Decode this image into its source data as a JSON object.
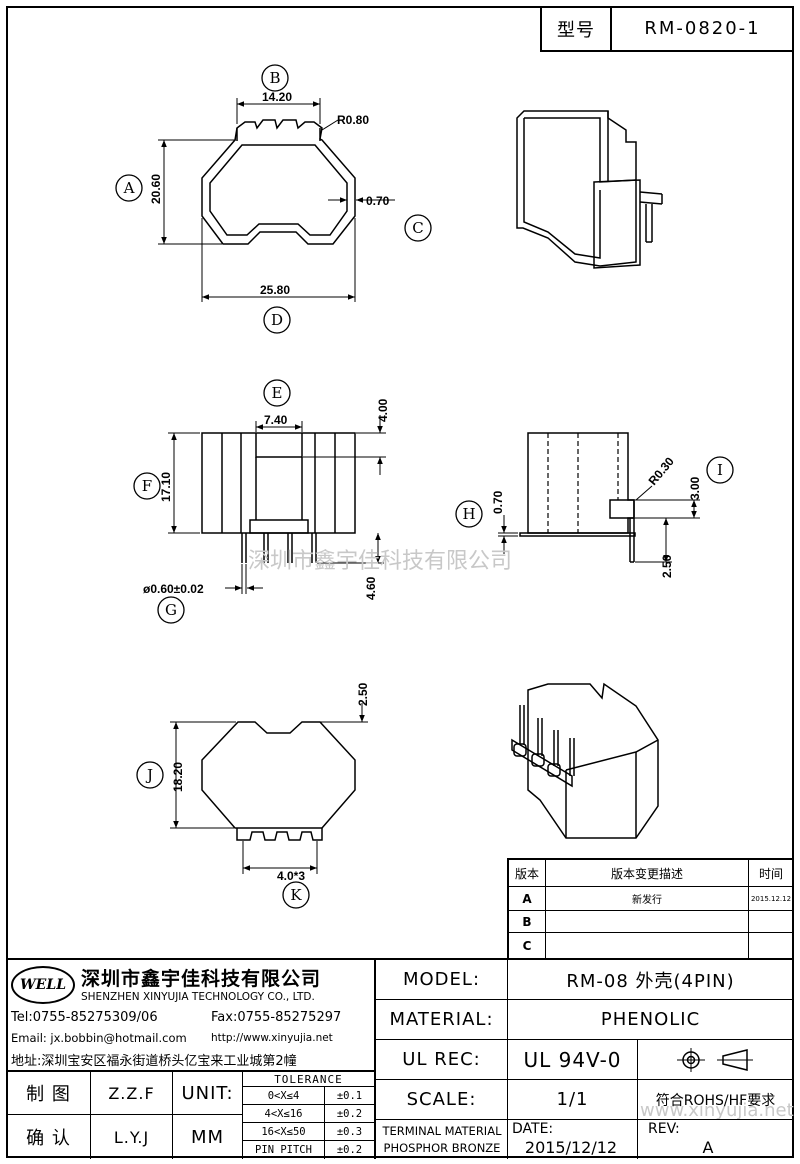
{
  "header": {
    "label_model_no": "型号",
    "model_no": "RM-0820-1"
  },
  "dims": {
    "A": "A",
    "B": "B",
    "C": "C",
    "D": "D",
    "E": "E",
    "F": "F",
    "G": "G",
    "H": "H",
    "I": "I",
    "J": "J",
    "K": "K",
    "d_14_20": "14.20",
    "d_r080": "R0.80",
    "d_20_60": "20.60",
    "d_0_70c": "0.70",
    "d_25_80": "25.80",
    "d_7_40": "7.40",
    "d_4_00": "4.00",
    "d_17_10": "17.10",
    "d_4_60": "4.60",
    "d_pin": "ø0.60±0.02",
    "d_0_70h": "0.70",
    "d_r030": "R0.30",
    "d_3_00": "3.00",
    "d_2_50": "2.50",
    "d_2_50b": "2.50",
    "d_18_20": "18.20",
    "d_pitch": "4.0*3"
  },
  "watermark": "深圳市鑫宇佳科技有限公司",
  "watermark_url": "www.xinyujia.net",
  "revision_table": {
    "headers": [
      "版本",
      "版本变更描述",
      "时间"
    ],
    "rows": [
      {
        "rev": "A",
        "desc": "新发行",
        "date": "2015.12.12"
      },
      {
        "rev": "B",
        "desc": "",
        "date": ""
      },
      {
        "rev": "C",
        "desc": "",
        "date": ""
      }
    ]
  },
  "company": {
    "logo": "WELL",
    "name_cn": "深圳市鑫宇佳科技有限公司",
    "name_en": "SHENZHEN XINYUJIA TECHNOLOGY CO., LTD.",
    "tel": "Tel:0755-85275309/06",
    "fax": "Fax:0755-85275297",
    "email": "Email: jx.bobbin@hotmail.com",
    "http": "http://www.xinyujia.net",
    "address": "地址:深圳宝安区福永街道桥头亿宝来工业城第2幢"
  },
  "title_block": {
    "model_label": "MODEL:",
    "model_value": "RM-08 外壳(4PIN)",
    "material_label": "MATERIAL:",
    "material_value": "PHENOLIC",
    "ulrec_label": "UL REC:",
    "ulrec_value": "UL 94V-0",
    "scale_label": "SCALE:",
    "scale_value": "1/1",
    "rohs": "符合ROHS/HF要求",
    "terminal_label_1": "TERMINAL MATERIAL",
    "terminal_label_2": "PHOSPHOR BRONZE",
    "date_label": "DATE:",
    "date_value": "2015/12/12",
    "rev_label": "REV:",
    "rev_value": "A",
    "draw_label": "制 图",
    "draw_value": "Z.Z.F",
    "check_label": "确 认",
    "check_value": "L.Y.J",
    "unit_label": "UNIT:",
    "unit_value": "MM",
    "tolerance_title": "TOLERANCE",
    "tolerances": [
      {
        "range": "0<X≤4",
        "value": "±0.1"
      },
      {
        "range": "4<X≤16",
        "value": "±0.2"
      },
      {
        "range": "16<X≤50",
        "value": "±0.3"
      },
      {
        "range": "PIN PITCH",
        "value": "±0.2"
      }
    ]
  }
}
